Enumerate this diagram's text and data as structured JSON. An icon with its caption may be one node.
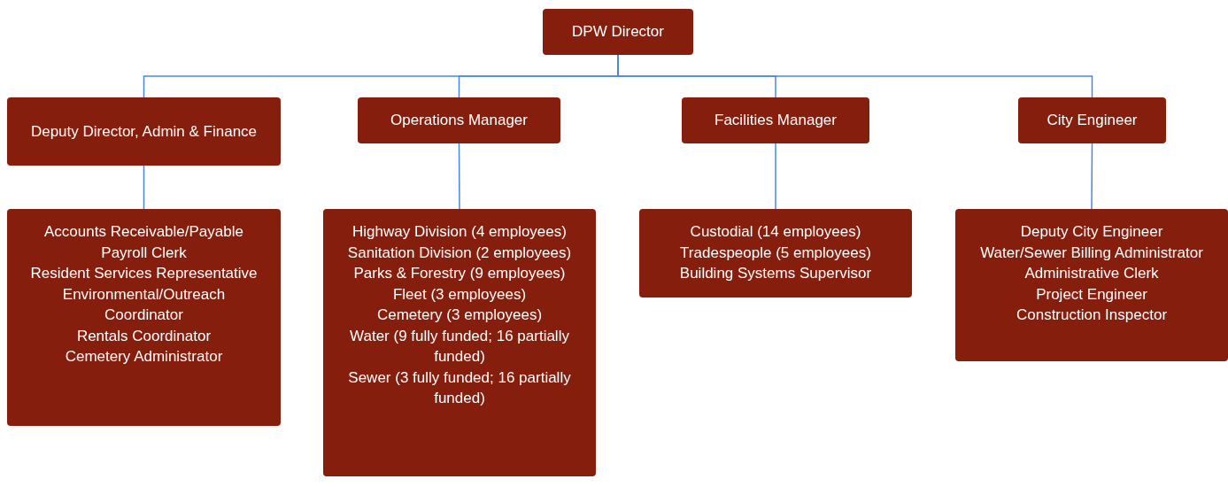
{
  "diagram": {
    "nodes": [
      {
        "text": [
          "DPW Director"
        ]
      },
      {
        "text": [
          "Deputy Director, Admin & Finance"
        ]
      },
      {
        "text": [
          "Operations Manager"
        ]
      },
      {
        "text": [
          "Facilities Manager"
        ]
      },
      {
        "text": [
          "City Engineer"
        ]
      },
      {
        "text": [
          "Accounts Receivable/Payable",
          "Payroll Clerk",
          "Resident Services Representative",
          "Environmental/Outreach Coordinator",
          "Rentals Coordinator",
          "Cemetery Administrator"
        ]
      },
      {
        "text": [
          "Highway Division (4 employees)",
          "Sanitation Division (2 employees)",
          "Parks & Forestry (9 employees)",
          "Fleet (3 employees)",
          "Cemetery (3 employees)",
          "Water (9 fully funded; 16 partially funded)",
          "Sewer (3 fully funded; 16 partially funded)"
        ]
      },
      {
        "text": [
          "Custodial (14 employees)",
          "Tradespeople (5 employees)",
          "Building Systems Supervisor"
        ]
      },
      {
        "text": [
          "Deputy City Engineer",
          "Water/Sewer Billing Administrator",
          "Administrative Clerk",
          "Project Engineer",
          "Construction Inspector"
        ]
      }
    ],
    "edges": [
      {
        "from": 0,
        "to": 1,
        "arrow": "none"
      },
      {
        "from": 0,
        "to": 2,
        "arrow": "none"
      },
      {
        "from": 0,
        "to": 3,
        "arrow": "none"
      },
      {
        "from": 0,
        "to": 4,
        "arrow": "none"
      },
      {
        "from": 1,
        "to": 5,
        "arrow": "none"
      },
      {
        "from": 2,
        "to": 6,
        "arrow": "none"
      },
      {
        "from": 3,
        "to": 7,
        "arrow": "none"
      },
      {
        "from": 4,
        "to": 8,
        "arrow": "none"
      }
    ]
  }
}
